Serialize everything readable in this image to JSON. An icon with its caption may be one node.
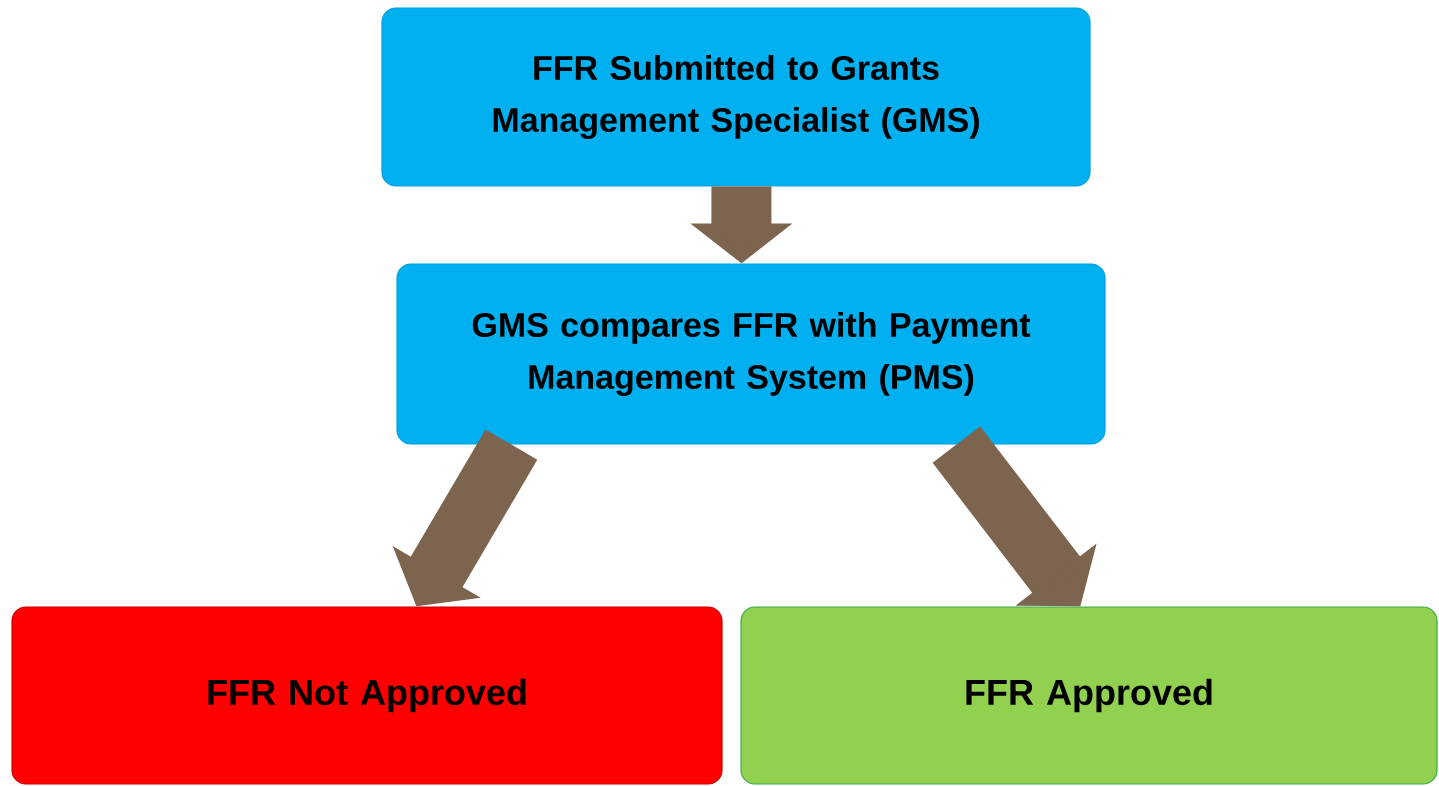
{
  "diagram": {
    "nodes": [
      {
        "text": [
          "FFR Submitted to Grants Management Specialist (GMS)"
        ]
      },
      {
        "text": [
          "GMS compares FFR with Payment Management System (PMS)"
        ]
      },
      {
        "text": [
          "FFR Not Approved"
        ]
      },
      {
        "text": [
          "FFR Approved"
        ]
      }
    ],
    "edges": [
      {
        "from": 0,
        "to": 1,
        "arrow": "to"
      },
      {
        "from": 1,
        "to": 2,
        "arrow": "to"
      },
      {
        "from": 1,
        "to": 3,
        "arrow": "to"
      }
    ]
  }
}
